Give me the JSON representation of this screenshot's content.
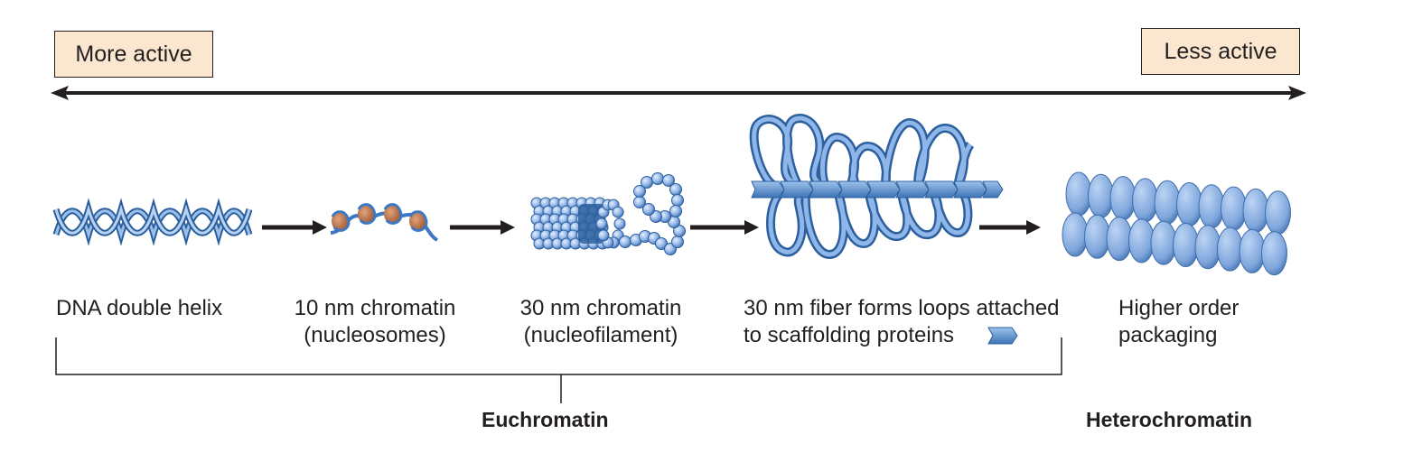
{
  "activity": {
    "more_active": "More active",
    "less_active": "Less active"
  },
  "stages": {
    "dna": {
      "line1": "DNA double helix"
    },
    "nucleosomes": {
      "line1": "10 nm chromatin",
      "line2": "(nucleosomes)"
    },
    "nucleofilament": {
      "line1": "30 nm chromatin",
      "line2": "(nucleofilament)"
    },
    "loops": {
      "line1": "30 nm fiber forms loops attached",
      "line2": "to scaffolding proteins"
    },
    "higher": {
      "line1": "Higher order",
      "line2": "packaging"
    }
  },
  "groups": {
    "euchromatin": "Euchromatin",
    "heterochromatin": "Heterochromatin"
  },
  "colors": {
    "fiber": "#6f9fd8",
    "fiber_dark": "#2c5f9e",
    "histone": "#c0784a",
    "box_fill": "#fbe6cf",
    "ink": "#231f20"
  },
  "icons": [
    "dna-helix-icon",
    "nucleosome-icon",
    "nucleofilament-icon",
    "loop-fiber-icon",
    "higher-order-icon",
    "scaffold-protein-icon"
  ]
}
